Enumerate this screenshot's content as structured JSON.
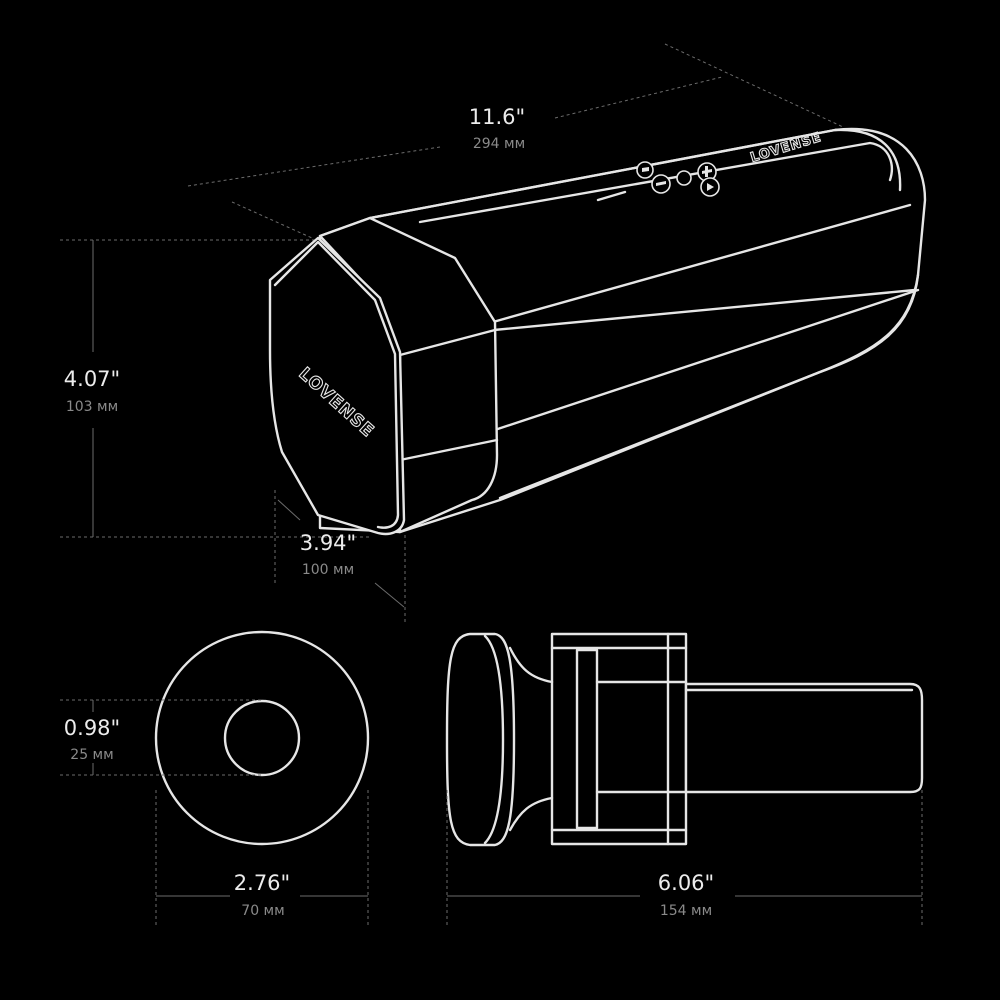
{
  "colors": {
    "background": "#000000",
    "outline": "#e6e6e6",
    "dimension_line": "#6c6c6c",
    "primary_text": "#ececec",
    "secondary_text": "#8a8a8a"
  },
  "brand": {
    "logo_text": "LOVENSE"
  },
  "dimensions": {
    "length": {
      "inches": "11.6\"",
      "mm": "294 мм"
    },
    "height": {
      "inches": "4.07\"",
      "mm": "103 мм"
    },
    "width": {
      "inches": "3.94\"",
      "mm": "100 мм"
    },
    "opening": {
      "inches": "0.98\"",
      "mm": "25 мм"
    },
    "sleeve_diameter": {
      "inches": "2.76\"",
      "mm": "70 мм"
    },
    "sleeve_length": {
      "inches": "6.06\"",
      "mm": "154 мм"
    }
  }
}
